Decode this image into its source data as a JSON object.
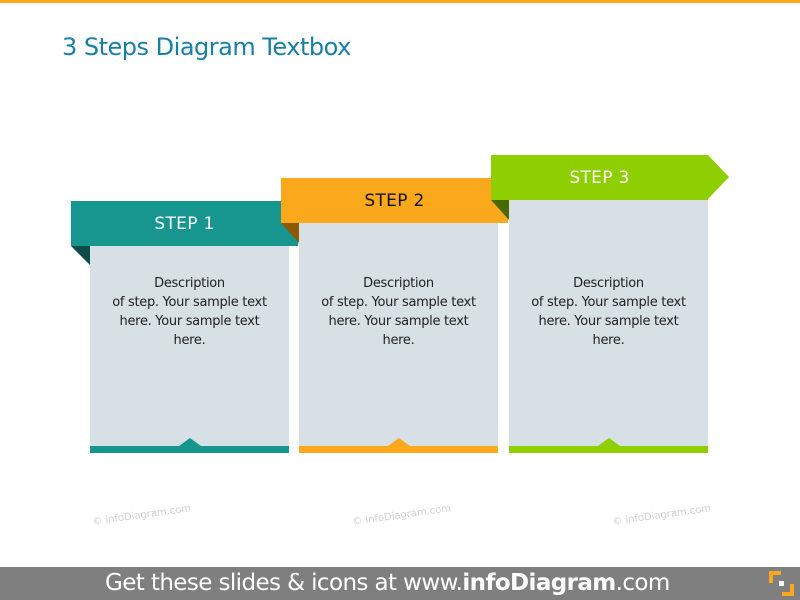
{
  "title": "3 Steps Diagram Textbox",
  "colors": {
    "accent_top": "#fca81c",
    "title": "#1a7fa8",
    "box_bg": "#d6e0e5",
    "step1": "#16968f",
    "step1_fold": "#0c4c48",
    "step2": "#fca81c",
    "step2_fold": "#8c5a00",
    "step3": "#8fce00",
    "step3_fold": "#4a6a00",
    "footer_bg": "#7f7f7f"
  },
  "steps": [
    {
      "label": "STEP 1",
      "description": [
        "Description",
        "of step. Your sample text",
        "here. Your sample text",
        "here."
      ]
    },
    {
      "label": "STEP 2",
      "description": [
        "Description",
        "of step. Your sample text",
        "here. Your sample text",
        "here."
      ]
    },
    {
      "label": "STEP 3",
      "description": [
        "Description",
        "of step. Your sample text",
        "here. Your sample text",
        "here."
      ]
    }
  ],
  "watermarks": [
    "© infoDiagram.com",
    "© infoDiagram.com",
    "© infoDiagram.com"
  ],
  "footer": {
    "prefix": "Get these slides & icons at www.",
    "brand": "infoDiagram",
    "suffix": ".com",
    "logo_icon": "infodiagram-logo-icon"
  }
}
